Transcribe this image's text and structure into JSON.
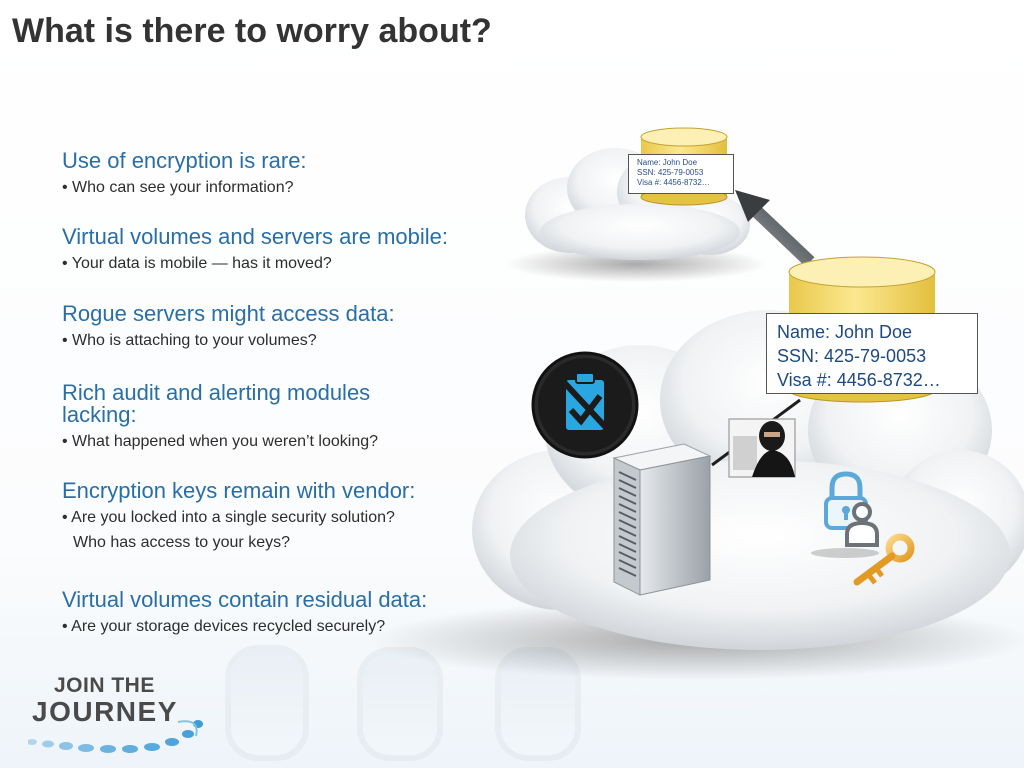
{
  "slide": {
    "title": "What is there to worry about?"
  },
  "points": [
    {
      "heading": "Use of encryption is rare:",
      "sub": [
        "• Who can see your information?"
      ]
    },
    {
      "heading": "Virtual volumes and servers are mobile:",
      "sub": [
        "• Your data is mobile — has it moved?"
      ]
    },
    {
      "heading": "Rogue servers might access data:",
      "sub": [
        "• Who is attaching to your volumes?"
      ]
    },
    {
      "heading": "Rich audit and alerting modules lacking:",
      "sub": [
        "• What happened when you weren’t looking?"
      ]
    },
    {
      "heading": "Encryption keys remain with vendor:",
      "sub": [
        "• Are you locked into a single security solution?",
        "Who has access to your keys?"
      ]
    },
    {
      "heading": "Virtual volumes contain residual data:",
      "sub": [
        "• Are your storage devices recycled securely?"
      ]
    }
  ],
  "records": {
    "small": {
      "name": "Name:  John Doe",
      "ssn": "SSN:  425-79-0053",
      "visa": "Visa #: 4456-8732…"
    },
    "large": {
      "name": "Name:  John Doe",
      "ssn": "SSN:  425-79-0053",
      "visa": "Visa #: 4456-8732…"
    }
  },
  "logo": {
    "line1": "JOIN THE",
    "line2": "JOURNEY"
  },
  "colors": {
    "heading": "#2a6ea6",
    "title": "#333333",
    "database": "#f7df7a",
    "badge": "#2aa7e0"
  },
  "icons": {
    "server": "server-rack-icon",
    "hacker": "hacker-icon",
    "badge": "clipboard-denied-icon",
    "lock": "padlock-icon",
    "person": "user-icon",
    "key": "key-icon"
  }
}
